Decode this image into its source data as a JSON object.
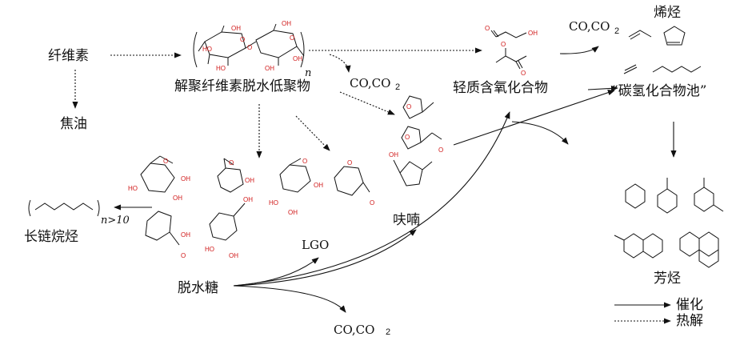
{
  "labels": {
    "cellulose": "纤维素",
    "tar": "焦油",
    "anhydro_oligomers": "解聚纤维素脱水低聚物",
    "co_co2_top": "CO,CO",
    "co_co2_bottom": "CO,CO",
    "co_co2_right": "CO,CO",
    "subscript_2": "2",
    "light_oxygenates": "轻质含氧化合物",
    "olefins": "烯烃",
    "hydrocarbon_pool": "“碳氢化合物池”",
    "aromatics": "芳烃",
    "long_chain_alkanes": "长链烷烃",
    "anhydrosugars": "脱水糖",
    "lgo": "LGO",
    "furans": "呋喃",
    "n_sub": "n",
    "n_gt_10": "n>10",
    "oh": "OH",
    "ho": "HO",
    "o": "O"
  },
  "legend": {
    "catalysis": "催化",
    "pyrolysis": "热解"
  },
  "colors": {
    "ink": "#111111",
    "oxygen_red": "#d01818"
  }
}
